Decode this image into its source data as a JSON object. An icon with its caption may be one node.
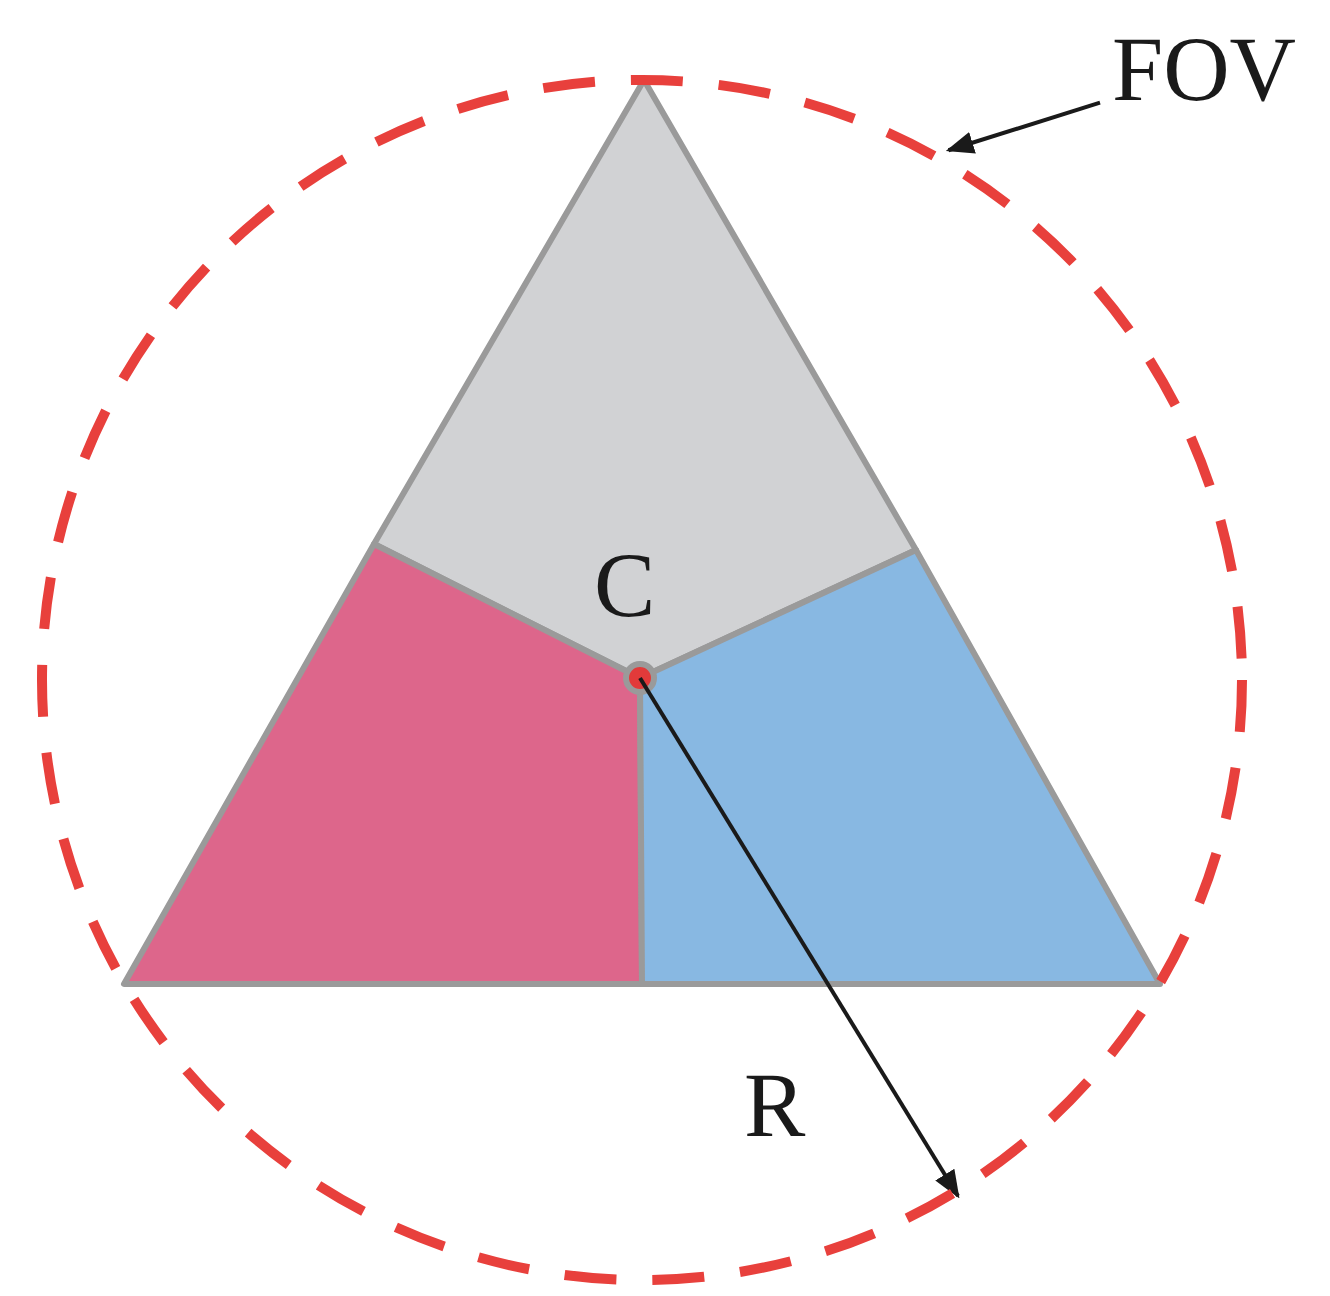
{
  "diagram": {
    "nodes": [
      {
        "text": [
          "FOV"
        ]
      },
      {
        "text": [],
        "shape": "circle"
      }
    ],
    "edges": [
      {
        "from": 0,
        "to": 1,
        "arrow": "to"
      }
    ],
    "labels": [
      "C",
      "R"
    ]
  }
}
